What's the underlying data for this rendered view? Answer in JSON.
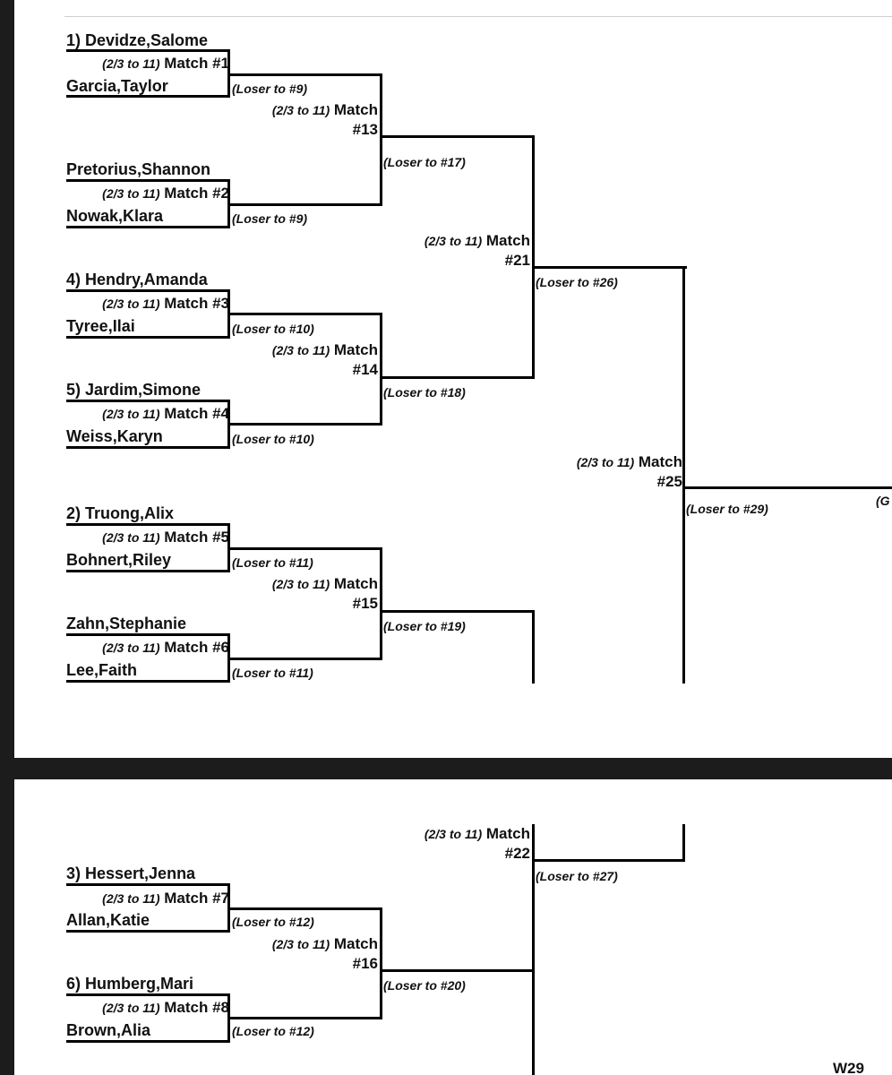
{
  "format": "(2/3 to 11)",
  "match_word": "Match",
  "top": {
    "m1": {
      "num": "#1",
      "p1": "1) Devidze,Salome",
      "p2": "Garcia,Taylor",
      "loser": "(Loser to #9)"
    },
    "m2": {
      "num": "#2",
      "p1": "Pretorius,Shannon",
      "p2": "Nowak,Klara",
      "loser": "(Loser to #9)"
    },
    "m3": {
      "num": "#3",
      "p1": "4) Hendry,Amanda",
      "p2": "Tyree,Ilai",
      "loser": "(Loser to #10)"
    },
    "m4": {
      "num": "#4",
      "p1": "5) Jardim,Simone",
      "p2": "Weiss,Karyn",
      "loser": "(Loser to #10)"
    },
    "m5": {
      "num": "#5",
      "p1": "2) Truong,Alix",
      "p2": "Bohnert,Riley",
      "loser": "(Loser to #11)"
    },
    "m6": {
      "num": "#6",
      "p1": "Zahn,Stephanie",
      "p2": "Lee,Faith",
      "loser": "(Loser to #11)"
    },
    "m13": {
      "num": "#13",
      "loser": "(Loser to #17)"
    },
    "m14": {
      "num": "#14",
      "loser": "(Loser to #18)"
    },
    "m15": {
      "num": "#15",
      "loser": "(Loser to #19)"
    },
    "m21": {
      "num": "#21",
      "loser": "(Loser to #26)"
    },
    "m25": {
      "num": "#25",
      "loser": "(Loser to #29)"
    },
    "edge_fragment": "(G"
  },
  "bottom": {
    "m7": {
      "num": "#7",
      "p1": "3) Hessert,Jenna",
      "p2": "Allan,Katie",
      "loser": "(Loser to #12)"
    },
    "m8": {
      "num": "#8",
      "p1": "6) Humberg,Mari",
      "p2": "Brown,Alia",
      "loser": "(Loser to #12)"
    },
    "m16": {
      "num": "#16",
      "loser": "(Loser to #20)"
    },
    "m22": {
      "num": "#22",
      "loser": "(Loser to #27)"
    },
    "page_label": "W29"
  }
}
